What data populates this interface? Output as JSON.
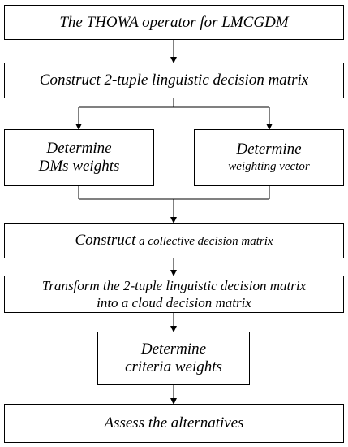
{
  "steps": {
    "title": "The THOWA operator for LMCGDM",
    "construct_matrix": "Construct 2-tuple linguistic decision matrix",
    "dm_weights": {
      "line1": "Determine",
      "line2": "DMs weights"
    },
    "weighting_vector": {
      "line1": "Determine",
      "line2": "weighting vector"
    },
    "collective": {
      "lead": "Construct",
      "rest": " a collective decision matrix"
    },
    "transform": {
      "line1": "Transform the 2-tuple linguistic decision matrix",
      "line2": "into a cloud decision matrix"
    },
    "criteria_weights": {
      "line1": "Determine",
      "line2": "criteria weights"
    },
    "assess": "Assess the alternatives"
  }
}
